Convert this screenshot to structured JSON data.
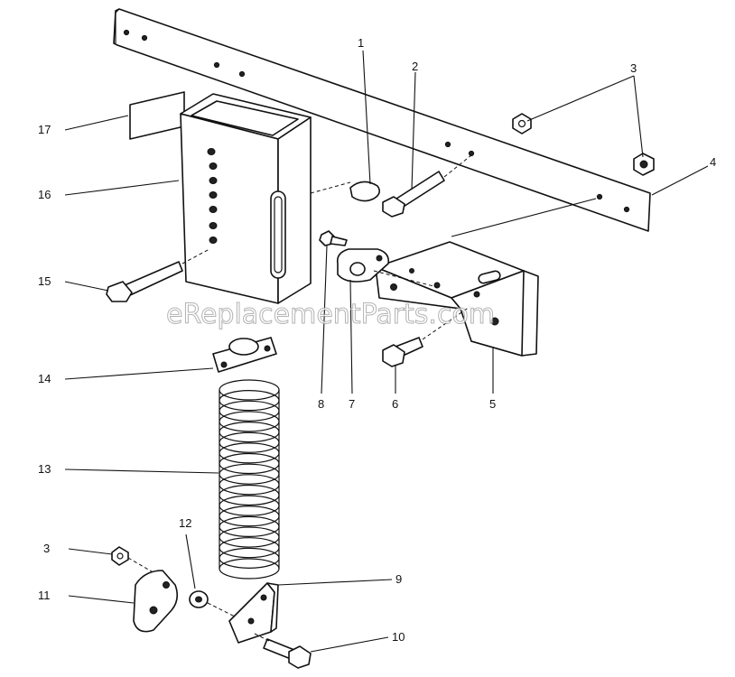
{
  "watermark": "eReplacementParts.com",
  "callouts": [
    {
      "id": "1",
      "label": "1"
    },
    {
      "id": "2",
      "label": "2"
    },
    {
      "id": "3a",
      "label": "3"
    },
    {
      "id": "4",
      "label": "4"
    },
    {
      "id": "5",
      "label": "5"
    },
    {
      "id": "6",
      "label": "6"
    },
    {
      "id": "7",
      "label": "7"
    },
    {
      "id": "8",
      "label": "8"
    },
    {
      "id": "9",
      "label": "9"
    },
    {
      "id": "10",
      "label": "10"
    },
    {
      "id": "11",
      "label": "11"
    },
    {
      "id": "12",
      "label": "12"
    },
    {
      "id": "13",
      "label": "13"
    },
    {
      "id": "14",
      "label": "14"
    },
    {
      "id": "15",
      "label": "15"
    },
    {
      "id": "16",
      "label": "16"
    },
    {
      "id": "17",
      "label": "17"
    },
    {
      "id": "3b",
      "label": "3"
    }
  ]
}
